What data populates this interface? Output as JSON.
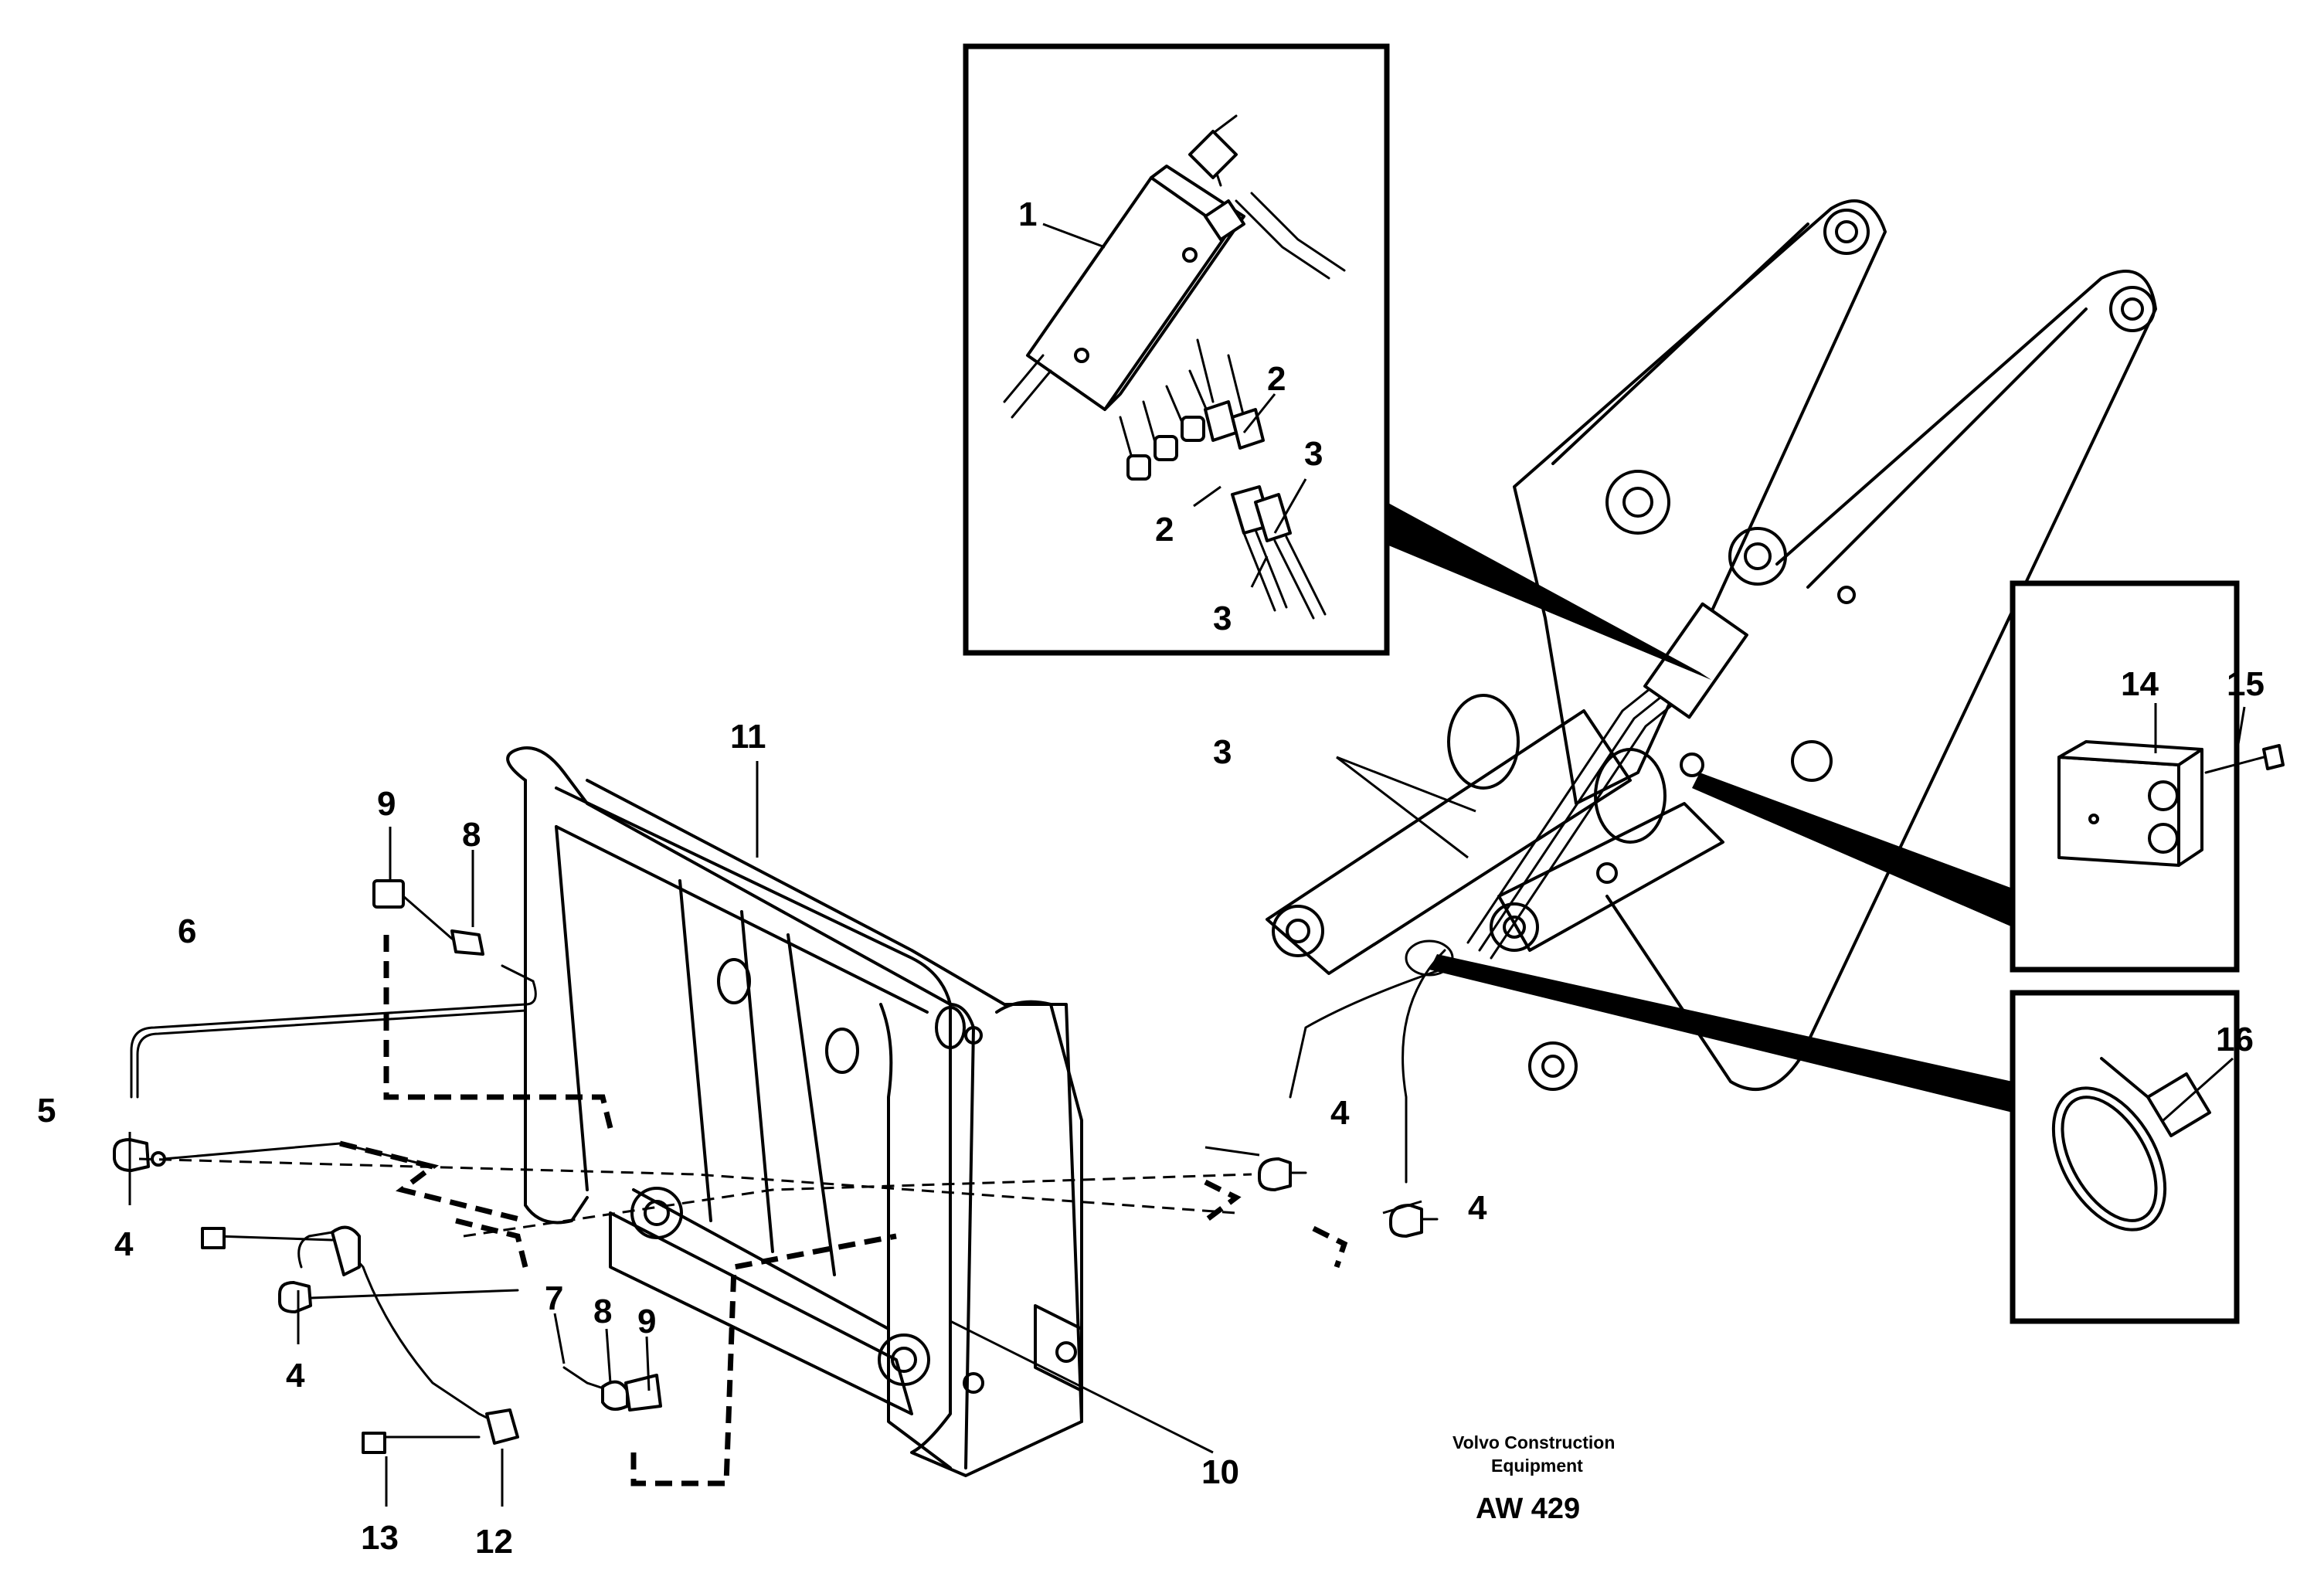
{
  "callouts": {
    "c1": "1",
    "c2a": "2",
    "c2b": "2",
    "c3a": "3",
    "c3b": "3",
    "c3c": "3",
    "c4a": "4",
    "c4b": "4",
    "c4c": "4",
    "c4d": "4",
    "c5": "5",
    "c6": "6",
    "c7": "7",
    "c8a": "8",
    "c8b": "8",
    "c9a": "9",
    "c9b": "9",
    "c10": "10",
    "c11": "11",
    "c12": "12",
    "c13": "13",
    "c14": "14",
    "c15": "15",
    "c16": "16"
  },
  "credit": {
    "line1": "Volvo Construction",
    "line2": "Equipment",
    "code": "AW 429"
  }
}
